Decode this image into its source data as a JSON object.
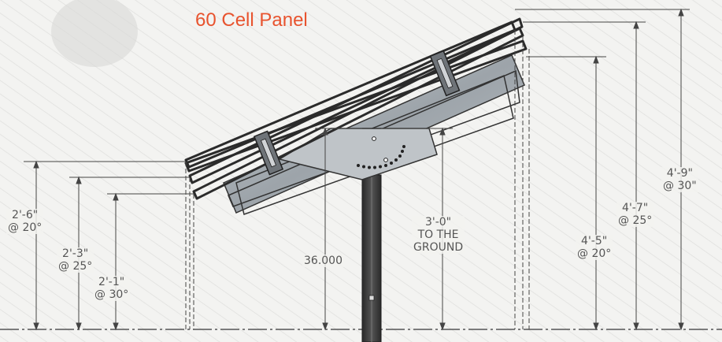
{
  "title": "60 Cell Panel",
  "colors": {
    "title": "#e8532e",
    "dimension_line": "#444444",
    "panel_frame": "#2b2b2b",
    "steel": "#a9b0b6",
    "post": "#3a3a3a",
    "background": "#f2f2f0"
  },
  "dimensions": {
    "left_low_20": [
      "2'-6\"",
      "@ 20°"
    ],
    "left_low_25": [
      "2'-3\"",
      "@ 25°"
    ],
    "left_low_30": [
      "2'-1\"",
      "@ 30°"
    ],
    "center_height": "36.000",
    "center_ground": [
      "3'-0\"",
      "TO THE",
      "GROUND"
    ],
    "right_high_20": [
      "4'-5\"",
      "@ 20°"
    ],
    "right_high_25": [
      "4'-7\"",
      "@ 25°"
    ],
    "right_high_30": [
      "4'-9\"",
      "@ 30\""
    ]
  }
}
